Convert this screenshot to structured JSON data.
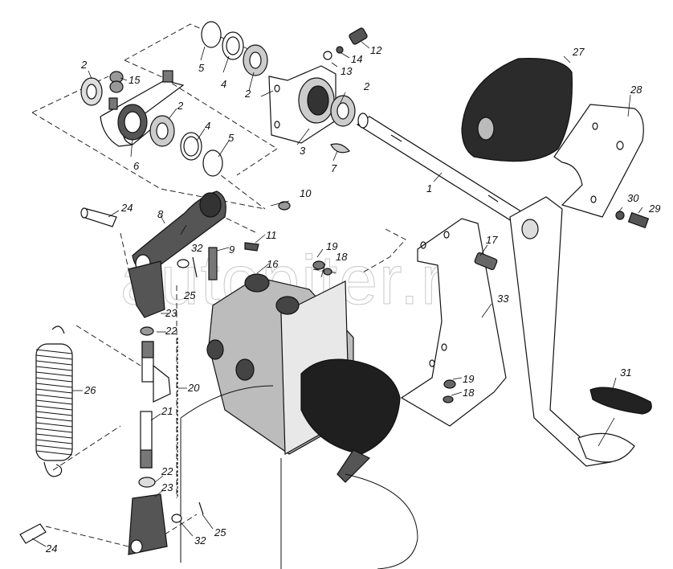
{
  "diagram": {
    "type": "exploded-parts-view",
    "watermark": "autopiter.ru",
    "colors": {
      "ink": "#111111",
      "paper": "#ffffff",
      "watermark": "#c8c8c8",
      "shade": "#3a3a3a"
    },
    "callouts": [
      {
        "id": "c1",
        "text": "1"
      },
      {
        "id": "c2a",
        "text": "2"
      },
      {
        "id": "c2b",
        "text": "2"
      },
      {
        "id": "c2c",
        "text": "2"
      },
      {
        "id": "c2d",
        "text": "2"
      },
      {
        "id": "c3",
        "text": "3"
      },
      {
        "id": "c4a",
        "text": "4"
      },
      {
        "id": "c4b",
        "text": "4"
      },
      {
        "id": "c5a",
        "text": "5"
      },
      {
        "id": "c5b",
        "text": "5"
      },
      {
        "id": "c6",
        "text": "6"
      },
      {
        "id": "c7",
        "text": "7"
      },
      {
        "id": "c8",
        "text": "8"
      },
      {
        "id": "c9",
        "text": "9"
      },
      {
        "id": "c10",
        "text": "10"
      },
      {
        "id": "c11",
        "text": "11"
      },
      {
        "id": "c12",
        "text": "12"
      },
      {
        "id": "c13",
        "text": "13"
      },
      {
        "id": "c14",
        "text": "14"
      },
      {
        "id": "c15",
        "text": "15"
      },
      {
        "id": "c16",
        "text": "16"
      },
      {
        "id": "c17",
        "text": "17"
      },
      {
        "id": "c18a",
        "text": "18"
      },
      {
        "id": "c18b",
        "text": "18"
      },
      {
        "id": "c19a",
        "text": "19"
      },
      {
        "id": "c19b",
        "text": "19"
      },
      {
        "id": "c20",
        "text": "20"
      },
      {
        "id": "c21",
        "text": "21"
      },
      {
        "id": "c22a",
        "text": "22"
      },
      {
        "id": "c22b",
        "text": "22"
      },
      {
        "id": "c23a",
        "text": "23"
      },
      {
        "id": "c23b",
        "text": "23"
      },
      {
        "id": "c24a",
        "text": "24"
      },
      {
        "id": "c24b",
        "text": "24"
      },
      {
        "id": "c25a",
        "text": "25"
      },
      {
        "id": "c25b",
        "text": "25"
      },
      {
        "id": "c26",
        "text": "26"
      },
      {
        "id": "c27",
        "text": "27"
      },
      {
        "id": "c28",
        "text": "28"
      },
      {
        "id": "c29",
        "text": "29"
      },
      {
        "id": "c30",
        "text": "30"
      },
      {
        "id": "c31",
        "text": "31"
      },
      {
        "id": "c32a",
        "text": "32"
      },
      {
        "id": "c32b",
        "text": "32"
      },
      {
        "id": "c33",
        "text": "33"
      }
    ]
  }
}
